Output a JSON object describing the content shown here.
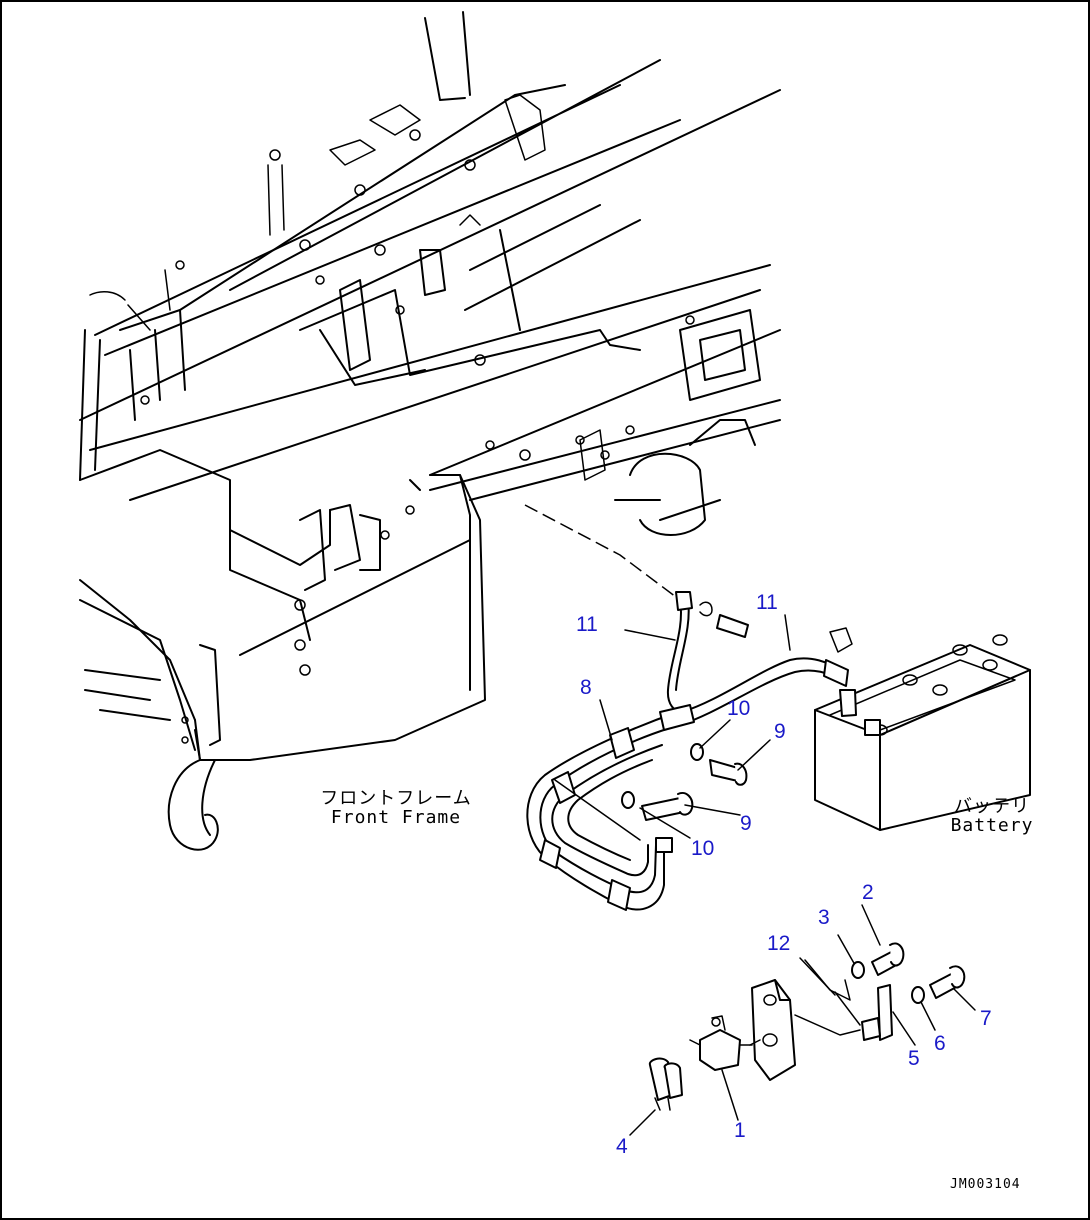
{
  "labels": {
    "front_frame_jp": "フロントフレーム",
    "front_frame_en": "Front Frame",
    "battery_jp": "バッテリ",
    "battery_en": "Battery"
  },
  "drawing_code": "JM003104",
  "callouts": [
    {
      "id": "c11a",
      "text": "11"
    },
    {
      "id": "c11b",
      "text": "11"
    },
    {
      "id": "c8",
      "text": "8"
    },
    {
      "id": "c10a",
      "text": "10"
    },
    {
      "id": "c9a",
      "text": "9"
    },
    {
      "id": "c9b",
      "text": "9"
    },
    {
      "id": "c10b",
      "text": "10"
    },
    {
      "id": "c2",
      "text": "2"
    },
    {
      "id": "c3",
      "text": "3"
    },
    {
      "id": "c12",
      "text": "12"
    },
    {
      "id": "c7",
      "text": "7"
    },
    {
      "id": "c6",
      "text": "6"
    },
    {
      "id": "c5",
      "text": "5"
    },
    {
      "id": "c1",
      "text": "1"
    },
    {
      "id": "c4",
      "text": "4"
    }
  ],
  "colors": {
    "callout": "#1a1ac8",
    "line": "#000000"
  }
}
